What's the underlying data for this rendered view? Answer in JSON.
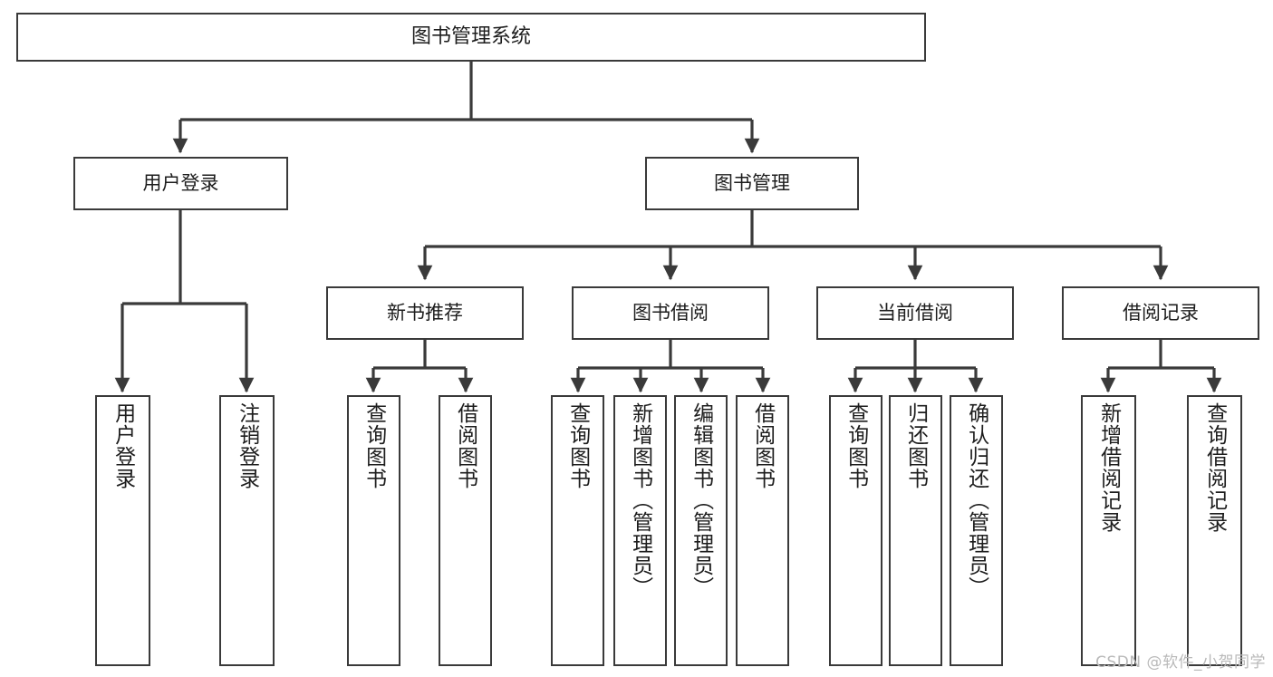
{
  "diagram": {
    "title": "图书管理系统",
    "type": "功能结构图",
    "line_color": "#3a3a3a",
    "text_color": "#1d1d1d",
    "background": "#ffffff"
  },
  "watermark": {
    "text": "CSDN @软件_小贺同学",
    "color": "#b9b9b9"
  },
  "nodes": {
    "root": {
      "label": "图书管理系统"
    },
    "level2": [
      {
        "id": "user-login",
        "label": "用户登录"
      },
      {
        "id": "book-manage",
        "label": "图书管理"
      }
    ],
    "level3": [
      {
        "id": "new-book-recommend",
        "label": "新书推荐"
      },
      {
        "id": "book-borrow",
        "label": "图书借阅"
      },
      {
        "id": "current-borrow",
        "label": "当前借阅"
      },
      {
        "id": "borrow-record",
        "label": "借阅记录"
      }
    ],
    "leaves": {
      "user_login": [
        {
          "id": "leaf-user-login",
          "label": "用户登录"
        },
        {
          "id": "leaf-logout-login",
          "label": "注销登录"
        }
      ],
      "new_book_recommend": [
        {
          "id": "leaf-query-book-1",
          "label": "查询图书"
        },
        {
          "id": "leaf-borrow-book-1",
          "label": "借阅图书"
        }
      ],
      "book_borrow": [
        {
          "id": "leaf-query-book-2",
          "label": "查询图书"
        },
        {
          "id": "leaf-add-book",
          "label": "新增图书（管理员）"
        },
        {
          "id": "leaf-edit-book",
          "label": "编辑图书（管理员）"
        },
        {
          "id": "leaf-borrow-book-2",
          "label": "借阅图书"
        }
      ],
      "current_borrow": [
        {
          "id": "leaf-query-book-3",
          "label": "查询图书"
        },
        {
          "id": "leaf-return-book",
          "label": "归还图书"
        },
        {
          "id": "leaf-confirm-return",
          "label": "确认归还（管理员）"
        }
      ],
      "borrow_record": [
        {
          "id": "leaf-add-record",
          "label": "新增借阅记录"
        },
        {
          "id": "leaf-query-record",
          "label": "查询借阅记录"
        }
      ]
    }
  }
}
